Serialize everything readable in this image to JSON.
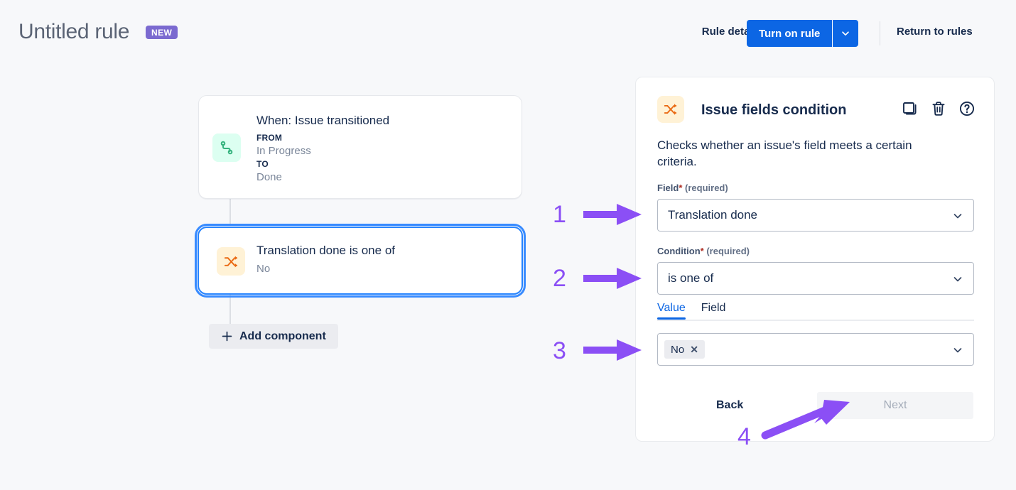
{
  "header": {
    "rule_title": "Untitled rule",
    "new_badge": "NEW",
    "rule_details": "Rule details",
    "turn_on_rule": "Turn on rule",
    "turn_on_caret_icon": "chevron-down-icon",
    "return_to_rules": "Return to rules",
    "primary_color": "#0c66e4",
    "badge_color": "#7b6ad0"
  },
  "flow": {
    "trigger_card": {
      "icon": "issue-transitioned-icon",
      "icon_bg": "#dcfff1",
      "title": "When: Issue transitioned",
      "from_label": "FROM",
      "from_value": "In Progress",
      "to_label": "TO",
      "to_value": "Done"
    },
    "condition_card": {
      "icon": "issue-fields-condition-icon",
      "icon_bg": "#fff2d6",
      "title": "Translation done is one of",
      "subtitle": "No",
      "selected": true,
      "selection_color": "#2684ff"
    },
    "add_component": {
      "icon": "plus-icon",
      "label": "Add component"
    }
  },
  "panel": {
    "icon": "issue-fields-condition-icon",
    "title": "Issue fields condition",
    "actions": [
      {
        "name": "duplicate-icon",
        "tooltip": "Duplicate"
      },
      {
        "name": "trash-icon",
        "tooltip": "Delete"
      },
      {
        "name": "help-icon",
        "tooltip": "Help"
      }
    ],
    "description": "Checks whether an issue's field meets a certain criteria.",
    "field": {
      "label": "Field",
      "required_star": "*",
      "required_text": "(required)",
      "value": "Translation done",
      "caret_icon": "chevron-down-icon"
    },
    "condition": {
      "label": "Condition",
      "required_star": "*",
      "required_text": "(required)",
      "value": "is one of",
      "caret_icon": "chevron-down-icon"
    },
    "tabs": [
      {
        "label": "Value",
        "active": true
      },
      {
        "label": "Field",
        "active": false
      }
    ],
    "value_select": {
      "chips": [
        {
          "text": "No",
          "remove_icon": "close-icon"
        }
      ],
      "caret_icon": "chevron-down-icon"
    },
    "back_label": "Back",
    "next_label": "Next",
    "next_disabled": true
  },
  "annotations": {
    "color": "#8b4ff5",
    "markers": [
      {
        "number": "1",
        "target": "field-select"
      },
      {
        "number": "2",
        "target": "condition-select"
      },
      {
        "number": "3",
        "target": "value-select"
      },
      {
        "number": "4",
        "target": "next-button"
      }
    ]
  }
}
